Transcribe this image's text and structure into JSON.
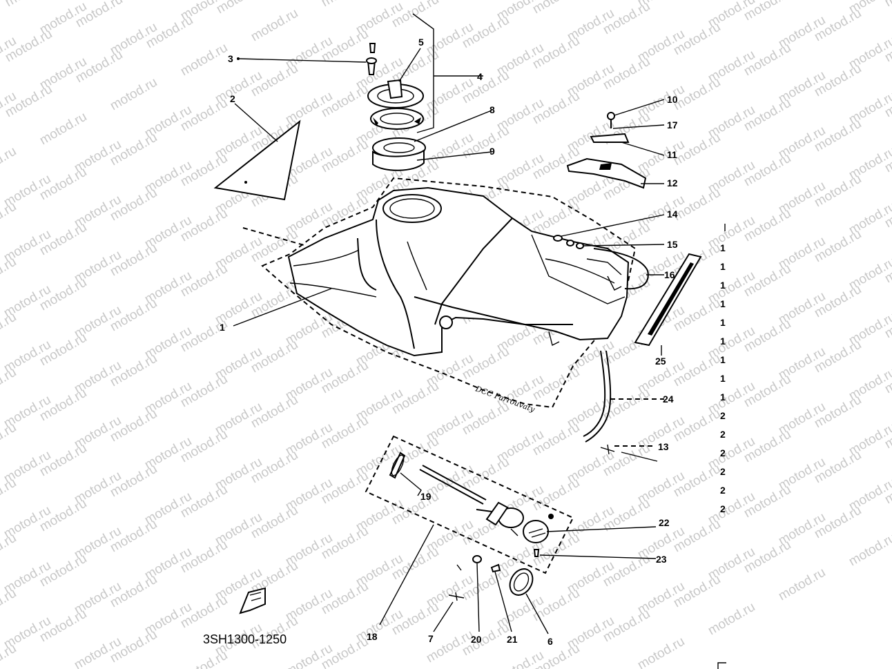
{
  "watermark": {
    "text": "motod.ru",
    "color": "#c8c8c8"
  },
  "diagram": {
    "part_code": "3SH1300-1250",
    "handwritten_note": "DCC Parrouvaty",
    "labels": {
      "l1": "1",
      "l2": "2",
      "l3": "3",
      "l4": "4",
      "l5": "5",
      "l6": "6",
      "l7": "7",
      "l8": "8",
      "l9": "9",
      "l10": "10",
      "l11": "11",
      "l12": "12",
      "l13": "13",
      "l14": "14",
      "l15": "15",
      "l16": "16",
      "l17": "17",
      "l18": "18",
      "l19": "19",
      "l20": "20",
      "l21": "21",
      "l22": "22",
      "l23": "23",
      "l24": "24",
      "l25": "25"
    },
    "right_edge_column": [
      "1",
      "1",
      "1",
      "1",
      "1",
      "1",
      "1",
      "1",
      "1",
      "2",
      "2",
      "2",
      "2",
      "2",
      "2"
    ]
  }
}
